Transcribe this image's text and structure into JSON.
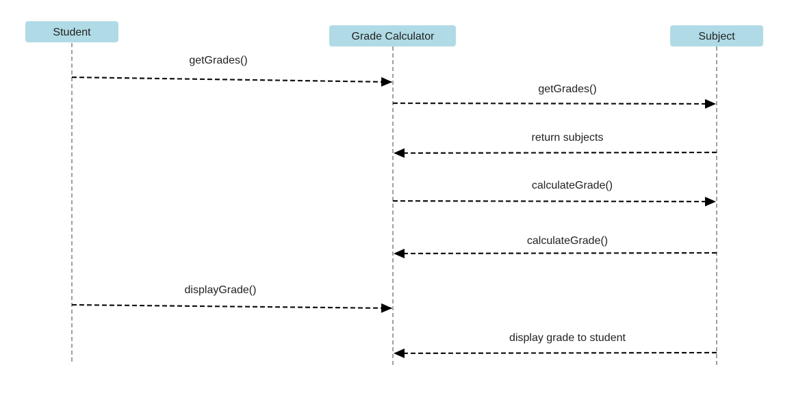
{
  "actors": [
    {
      "id": "student",
      "label": "Student"
    },
    {
      "id": "calc",
      "label": "Grade Calculator"
    },
    {
      "id": "subject",
      "label": "Subject"
    }
  ],
  "messages": [
    {
      "label": "getGrades()",
      "from": "student",
      "to": "calc"
    },
    {
      "label": "getGrades()",
      "from": "calc",
      "to": "subject"
    },
    {
      "label": "return subjects",
      "from": "subject",
      "to": "calc"
    },
    {
      "label": "calculateGrade()",
      "from": "calc",
      "to": "subject"
    },
    {
      "label": "calculateGrade()",
      "from": "subject",
      "to": "calc"
    },
    {
      "label": "displayGrade()",
      "from": "student",
      "to": "calc"
    },
    {
      "label": "display grade to student",
      "from": "subject",
      "to": "calc"
    }
  ],
  "colors": {
    "actor_fill": "#b0dbe6",
    "message_line": "#111111",
    "lifeline": "#888888"
  }
}
